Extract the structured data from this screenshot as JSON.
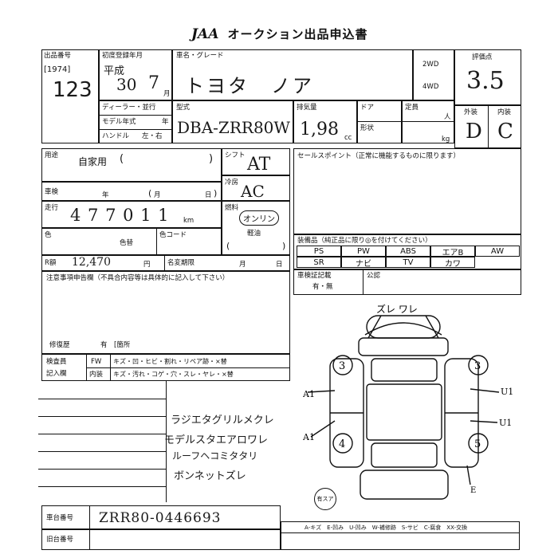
{
  "header": {
    "logo": "JAA",
    "title": "オークション出品申込書"
  },
  "lot": {
    "label": "出品番号",
    "code": "[1974]",
    "number": "123"
  },
  "first_reg": {
    "label": "初度登録年月",
    "era": "平成",
    "year": "30",
    "month": "7",
    "month_unit": "月"
  },
  "car_name": {
    "label": "車名・グレード",
    "value": "トヨタ　ノア"
  },
  "drive": {
    "two_wd": "2WD",
    "four_wd": "4WD"
  },
  "score": {
    "label": "評価点",
    "value": "3.5"
  },
  "appearance": {
    "exterior_label": "外装",
    "interior_label": "内装",
    "exterior": "D",
    "interior": "C"
  },
  "dealer": {
    "label": "ディーラー・並行",
    "model_year": "モデル年式",
    "model_year_unit": "年",
    "handle": "ハンドル",
    "handle_opts": "左・右"
  },
  "model": {
    "label": "型式",
    "value": "DBA-ZRR80W"
  },
  "displacement": {
    "label": "排気量",
    "value": "1,98",
    "unit": "cc"
  },
  "doors": {
    "label": "ドア",
    "shape_label": "形状"
  },
  "capacity": {
    "label": "定員",
    "unit": "人",
    "load_unit": "kg"
  },
  "usage": {
    "label": "用途",
    "value": "自家用",
    "paren_open": "(",
    "paren_close": ")"
  },
  "inspection": {
    "label": "車検",
    "year": "年",
    "month": "月",
    "day": "日",
    "paren_open": "(",
    "paren_close": ")"
  },
  "mileage": {
    "label": "走行",
    "value": "4 7 7 0 1 1",
    "unit": "km"
  },
  "color": {
    "label": "色",
    "code_label": "色替",
    "color_code": "色コード"
  },
  "shift": {
    "label": "シフト",
    "value": "AT"
  },
  "aircon": {
    "label": "冷房",
    "value": "AC"
  },
  "fuel": {
    "label": "燃料",
    "value": "オンリン",
    "option": "軽油",
    "paren_open": "(",
    "paren_close": ")"
  },
  "recycle": {
    "label": "R額",
    "value": "12,470",
    "unit": "円",
    "name_change": "名変期限",
    "month": "月",
    "day": "日"
  },
  "sales_point": {
    "label": "セールスポイント（正常に機能するものに限ります）"
  },
  "equipment": {
    "label": "装備品（純正品に限り◎を付けてください）",
    "row1": [
      "PS",
      "PW",
      "ABS",
      "エアB",
      "AW"
    ],
    "row2": [
      "SR",
      "ナビ",
      "TV",
      "カワ"
    ]
  },
  "registration": {
    "label": "車検証記載",
    "options": "有・無",
    "public": "公認"
  },
  "notes": {
    "label": "注意事項申告欄（不具合内容等は具体的に記入して下さい）"
  },
  "history": {
    "label": "修復歴",
    "value": "有　[箇所"
  },
  "inspector": {
    "label1": "検査員",
    "label2": "記入欄",
    "fw": "FW",
    "interior": "内装",
    "fw_text": "キズ・凹・ヒビ・割れ・リペア跡・×替",
    "int_text": "キズ・汚れ・コゲ・穴・スレ・ヤレ・×替"
  },
  "remarks": [
    "ラジエタグリルメクレ",
    "モデルスタエアロワレ",
    "ルーフヘコミタタリ",
    "ボンネットズレ"
  ],
  "diagram": {
    "top_note": "ズレ ワレ",
    "left_marks": [
      "A1",
      "A1"
    ],
    "right_marks": [
      "U1",
      "U1"
    ],
    "wheel_marks": [
      "3",
      "3",
      "4",
      "5"
    ],
    "bottom_mark": "E",
    "stamp": "有スア"
  },
  "chassis": {
    "label": "車台番号",
    "value": "ZRR80-0446693"
  },
  "old_chassis": {
    "label": "旧台番号"
  },
  "legend": "A-キズ　E-凹み　U-凹み　W-補修跡　S-サビ　C-腐食　XX-交換"
}
